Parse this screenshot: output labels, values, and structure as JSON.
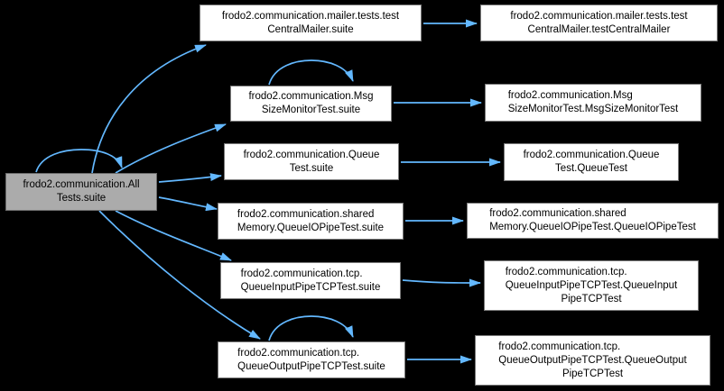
{
  "graph": {
    "type": "call-graph",
    "colors": {
      "background": "#000000",
      "edge": "#63b8ff",
      "node_fill": "#ffffff",
      "node_border": "#7a7a7a",
      "highlight_fill": "#ababab",
      "highlight_border": "#6b6b6b",
      "text": "#000000"
    },
    "nodes": {
      "alltests_suite": {
        "lines": [
          "frodo2.communication.All",
          "Tests.suite"
        ],
        "highlighted": true
      },
      "mailer_suite": {
        "lines": [
          "frodo2.communication.mailer.tests.test",
          "CentralMailer.suite"
        ]
      },
      "msg_suite": {
        "lines": [
          "frodo2.communication.Msg",
          "SizeMonitorTest.suite"
        ]
      },
      "queue_suite": {
        "lines": [
          "frodo2.communication.Queue",
          "Test.suite"
        ]
      },
      "shared_suite": {
        "lines": [
          "frodo2.communication.shared",
          "Memory.QueueIOPipeTest.suite"
        ]
      },
      "tcpin_suite": {
        "lines": [
          "frodo2.communication.tcp.",
          "QueueInputPipeTCPTest.suite"
        ]
      },
      "tcpout_suite": {
        "lines": [
          "frodo2.communication.tcp.",
          "QueueOutputPipeTCPTest.suite"
        ]
      },
      "mailer_test": {
        "lines": [
          "frodo2.communication.mailer.tests.test",
          "CentralMailer.testCentralMailer"
        ]
      },
      "msg_test": {
        "lines": [
          "frodo2.communication.Msg",
          "SizeMonitorTest.MsgSizeMonitorTest"
        ]
      },
      "queue_test": {
        "lines": [
          "frodo2.communication.Queue",
          "Test.QueueTest"
        ]
      },
      "shared_test": {
        "lines": [
          "frodo2.communication.shared",
          "Memory.QueueIOPipeTest.QueueIOPipeTest"
        ]
      },
      "tcpin_test": {
        "lines": [
          "frodo2.communication.tcp.",
          "QueueInputPipeTCPTest.QueueInput",
          "PipeTCPTest"
        ]
      },
      "tcpout_test": {
        "lines": [
          "frodo2.communication.tcp.",
          "QueueOutputPipeTCPTest.QueueOutput",
          "PipeTCPTest"
        ]
      }
    },
    "edges": [
      {
        "from": "alltests_suite",
        "to": "alltests_suite",
        "self_loop": true
      },
      {
        "from": "alltests_suite",
        "to": "mailer_suite"
      },
      {
        "from": "alltests_suite",
        "to": "msg_suite"
      },
      {
        "from": "alltests_suite",
        "to": "queue_suite"
      },
      {
        "from": "alltests_suite",
        "to": "shared_suite"
      },
      {
        "from": "alltests_suite",
        "to": "tcpin_suite"
      },
      {
        "from": "alltests_suite",
        "to": "tcpout_suite"
      },
      {
        "from": "msg_suite",
        "to": "msg_suite",
        "self_loop": true
      },
      {
        "from": "tcpout_suite",
        "to": "tcpout_suite",
        "self_loop": true
      },
      {
        "from": "mailer_suite",
        "to": "mailer_test"
      },
      {
        "from": "msg_suite",
        "to": "msg_test"
      },
      {
        "from": "queue_suite",
        "to": "queue_test"
      },
      {
        "from": "shared_suite",
        "to": "shared_test"
      },
      {
        "from": "tcpin_suite",
        "to": "tcpin_test"
      },
      {
        "from": "tcpout_suite",
        "to": "tcpout_test"
      }
    ]
  }
}
